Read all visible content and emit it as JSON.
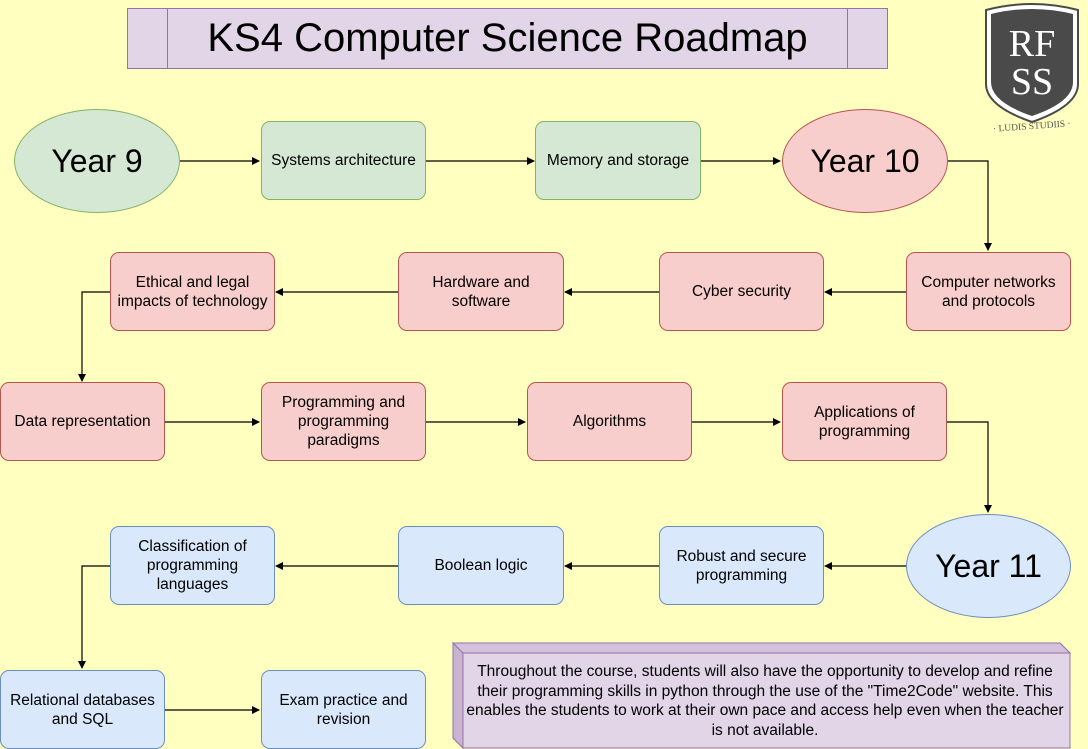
{
  "title": "KS4 Computer Science Roadmap",
  "logo": {
    "monogram_top": "RF",
    "monogram_bottom": "SS",
    "motto": "· LUDIS STUDIIS ·"
  },
  "colors": {
    "background": "#ffffc0",
    "year9": "#d5e8d4",
    "year10": "#f8cecc",
    "year11": "#dae8fc",
    "title": "#e1d5e7"
  },
  "milestones": {
    "year9": "Year 9",
    "year10": "Year 10",
    "year11": "Year 11"
  },
  "topics": {
    "systems_architecture": "Systems architecture",
    "memory_storage": "Memory and storage",
    "computer_networks": "Computer networks and protocols",
    "cyber_security": "Cyber security",
    "hardware_software": "Hardware and software",
    "ethical_legal": "Ethical and legal impacts of technology",
    "data_representation": "Data representation",
    "programming_paradigms": "Programming and programming paradigms",
    "algorithms": "Algorithms",
    "applications_programming": "Applications of programming",
    "robust_secure": "Robust and secure programming",
    "boolean_logic": "Boolean logic",
    "classification_languages": "Classification of programming languages",
    "relational_databases": "Relational databases and SQL",
    "exam_practice": "Exam practice and revision"
  },
  "note": "Throughout the course, students will also have the opportunity to develop and refine their programming skills in python through the use of the \"Time2Code\" website. This enables the students to work at their own pace and access help even when the teacher is not available."
}
